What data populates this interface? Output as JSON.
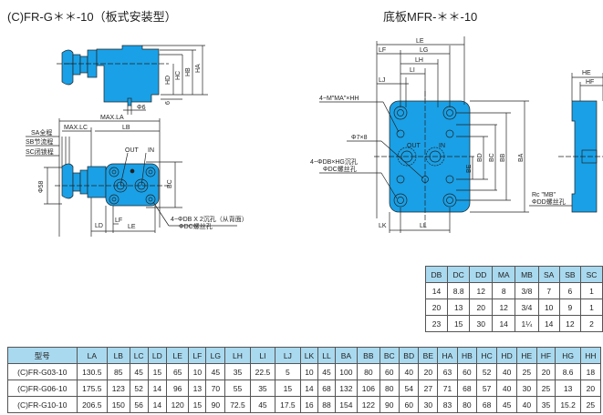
{
  "titles": {
    "valve": "(C)FR-G＊＊-10（板式安装型）",
    "base": "底板MFR-＊＊-10"
  },
  "colors": {
    "body": "#1aa0e6",
    "header": "#a9d9ef",
    "line": "#222222"
  },
  "valve_drawing": {
    "dims_top": [
      "HD",
      "HC",
      "HB",
      "HA",
      "6",
      "Φ6"
    ],
    "dims_front": [
      "MAX.LA",
      "MAX.LC",
      "LB",
      "BC",
      "LD",
      "LF",
      "LE",
      "Φ58"
    ],
    "strokes": [
      "SA全程",
      "SB节流程",
      "SC闭锁程"
    ],
    "ports": [
      "OUT",
      "IN"
    ],
    "note_line1": "4−ΦDB X 2沉孔（从背面）",
    "note_line2": "ΦDC螺丝孔"
  },
  "base_drawing": {
    "dims_top": [
      "LE",
      "LF",
      "LG",
      "LH",
      "LI",
      "LJ"
    ],
    "dims_side": [
      "BA",
      "BB",
      "BC",
      "BD",
      "BE"
    ],
    "dims_bottom": [
      "LK",
      "LL"
    ],
    "dims_right": [
      "HE",
      "HF"
    ],
    "ports": [
      "OUT",
      "IN"
    ],
    "note_ma": "4−M\"MA\"×HH",
    "note_pin": "Φ7×8",
    "note_db_1": "4−ΦDB×HG沉孔",
    "note_db_2": "ΦDC螺丝孔",
    "note_rc_1": "Rc \"MB\"",
    "note_rc_2": "ΦDD螺丝孔"
  },
  "small_table": {
    "headers": [
      "DB",
      "DC",
      "DD",
      "MA",
      "MB",
      "SA",
      "SB",
      "SC"
    ],
    "rows": [
      [
        "14",
        "8.8",
        "12",
        "8",
        "3/8",
        "7",
        "6",
        "1"
      ],
      [
        "20",
        "13",
        "20",
        "12",
        "3/4",
        "10",
        "9",
        "1"
      ],
      [
        "23",
        "15",
        "30",
        "14",
        "1¼",
        "14",
        "12",
        "2"
      ]
    ]
  },
  "main_table": {
    "headers": [
      "型号",
      "LA",
      "LB",
      "LC",
      "LD",
      "LE",
      "LF",
      "LG",
      "LH",
      "LI",
      "LJ",
      "LK",
      "LL",
      "BA",
      "BB",
      "BC",
      "BD",
      "BE",
      "HA",
      "HB",
      "HC",
      "HD",
      "HE",
      "HF",
      "HG",
      "HH"
    ],
    "rows": [
      [
        "(C)FR-G03-10",
        "130.5",
        "85",
        "45",
        "15",
        "65",
        "10",
        "45",
        "35",
        "22.5",
        "5",
        "10",
        "45",
        "100",
        "80",
        "60",
        "40",
        "20",
        "63",
        "60",
        "52",
        "40",
        "25",
        "20",
        "8.6",
        "18"
      ],
      [
        "(C)FR-G06-10",
        "175.5",
        "123",
        "52",
        "14",
        "96",
        "13",
        "70",
        "55",
        "35",
        "15",
        "14",
        "68",
        "132",
        "106",
        "80",
        "54",
        "27",
        "71",
        "68",
        "57",
        "40",
        "30",
        "25",
        "13",
        "20"
      ],
      [
        "(C)FR-G10-10",
        "206.5",
        "150",
        "56",
        "14",
        "120",
        "15",
        "90",
        "72.5",
        "45",
        "17.5",
        "16",
        "88",
        "154",
        "122",
        "90",
        "60",
        "30",
        "83",
        "80",
        "68",
        "45",
        "40",
        "35",
        "15.2",
        "25"
      ]
    ]
  }
}
